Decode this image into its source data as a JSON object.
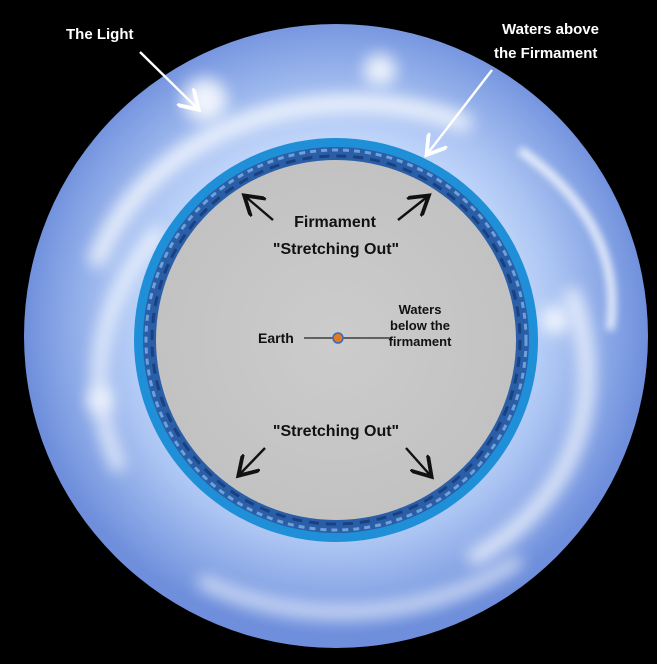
{
  "labels": {
    "the_light": "The Light",
    "waters_above_line1": "Waters above",
    "waters_above_line2": "the Firmament",
    "firmament": "Firmament",
    "stretching_out_top": "\"Stretching Out\"",
    "stretching_out_bottom": "\"Stretching Out\"",
    "earth": "Earth",
    "waters_below_line1": "Waters",
    "waters_below_line2": "below the",
    "waters_below_line3": "firmament"
  },
  "colors": {
    "background": "#000000",
    "light_glow_inner": "#ffffff",
    "light_glow_outer": "#6f8fdc",
    "firmament_ring": "#1f8fd8",
    "firmament_band": "#2a5fa8",
    "earth_disk": "#c7c7c7",
    "earth_dot": "#e07a2a",
    "label_dark": "#111111",
    "label_light": "#ffffff"
  }
}
